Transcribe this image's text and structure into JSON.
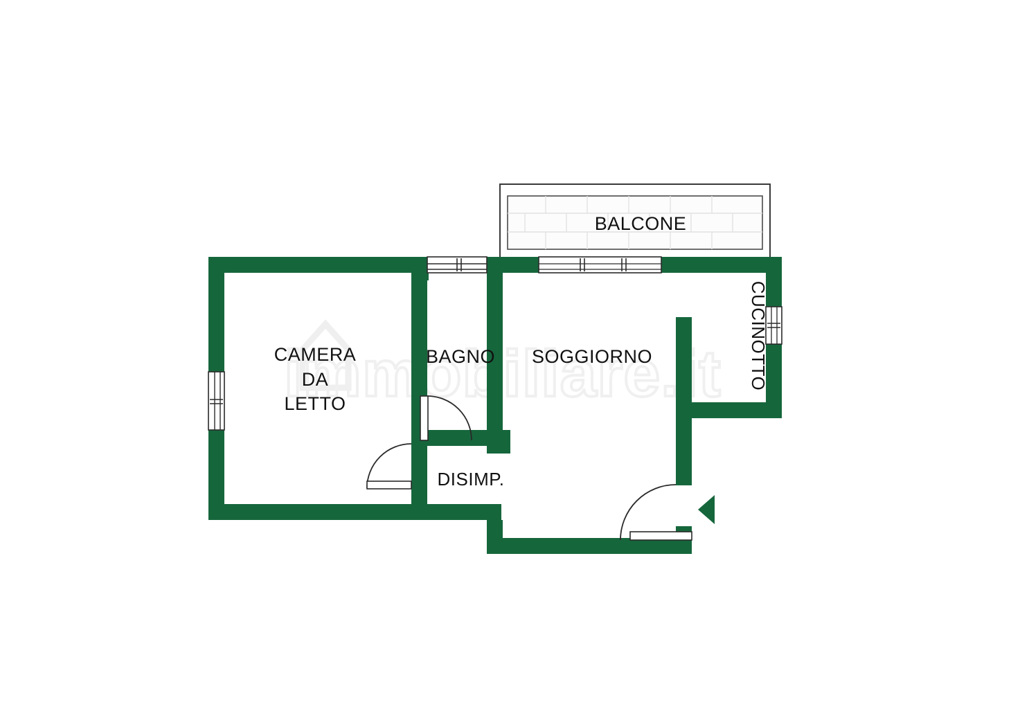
{
  "document": {
    "kind": "floor-plan",
    "background_color": "#ffffff",
    "wall_color": "#16663c",
    "label_color": "#111111",
    "watermark_color": "#f1f1f1"
  },
  "watermark": {
    "text": "immobiliare.it",
    "icon": "house-icon"
  },
  "rooms": [
    {
      "id": "camera",
      "label": "CAMERA\nDA\nLETTO",
      "name": "camera-da-letto"
    },
    {
      "id": "bagno",
      "label": "BAGNO",
      "name": "bagno"
    },
    {
      "id": "soggiorno",
      "label": "SOGGIORNO",
      "name": "soggiorno"
    },
    {
      "id": "disimp",
      "label": "DISIMP.",
      "name": "disimpegno"
    },
    {
      "id": "cucinotto",
      "label": "CUCINOTTO",
      "name": "cucinotto"
    },
    {
      "id": "balcone",
      "label": "BALCONE",
      "name": "balcone"
    }
  ],
  "labels": {
    "camera": "CAMERA\nDA\nLETTO",
    "bagno": "BAGNO",
    "soggiorno": "SOGGIORNO",
    "disimp": "DISIMP.",
    "cucinotto": "CUCINOTTO",
    "balcone": "BALCONE"
  },
  "openings": {
    "window_camera_left": "window",
    "window_bagno_top": "window",
    "window_soggiorno_top": "sliding-balcony-door",
    "window_cucinotto_right": "window",
    "door_bagno": "swing-door",
    "door_camera": "swing-door",
    "door_entrance": "entrance-swing-door",
    "entrance_marker": "entrance-arrow"
  }
}
